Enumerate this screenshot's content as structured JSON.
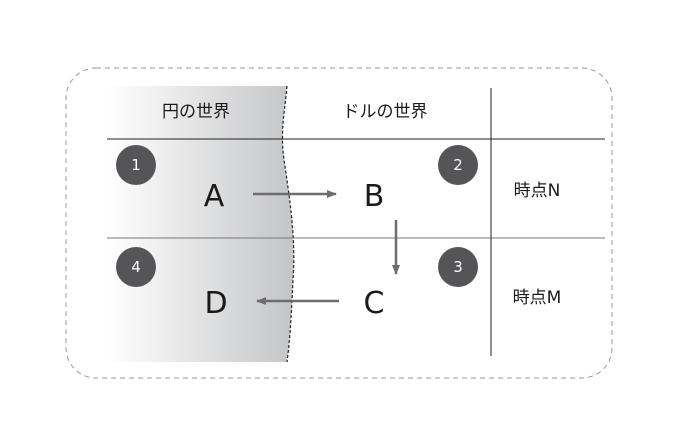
{
  "headers": {
    "yen_world": "円の世界",
    "dollar_world": "ドルの世界"
  },
  "rows": [
    {
      "label": "時点N",
      "left_num": "1",
      "left": "A",
      "right": "B",
      "right_num": "2"
    },
    {
      "label": "時点M",
      "left_num": "4",
      "left": "D",
      "right": "C",
      "right_num": "3"
    }
  ],
  "colors": {
    "circle": "#555558",
    "arrow": "#6d6d6d",
    "shade_from": "#ffffff",
    "shade_to": "#c4c5c7"
  }
}
